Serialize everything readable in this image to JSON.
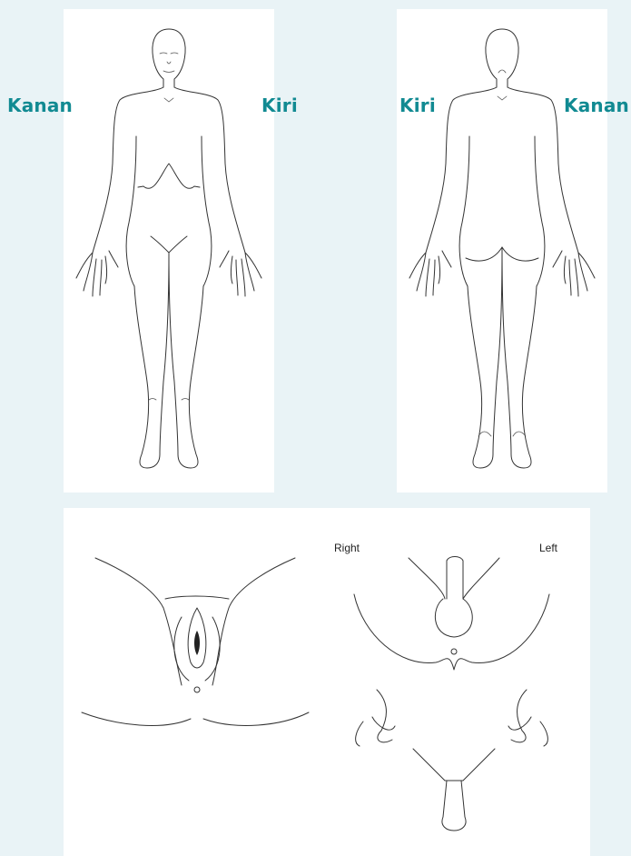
{
  "labels": {
    "front_right": "Kanan",
    "front_left": "Kiri",
    "back_left": "Kiri",
    "back_right": "Kanan",
    "anatomical_right": "Right",
    "anatomical_left": "Left"
  },
  "colors": {
    "background": "#e9f3f6",
    "panel": "#ffffff",
    "side_label": "#118a92",
    "line": "#333333"
  }
}
